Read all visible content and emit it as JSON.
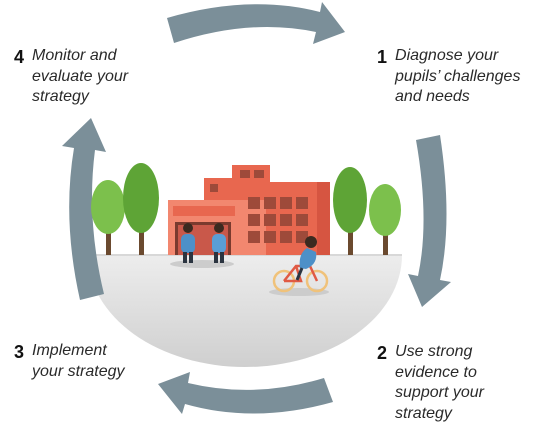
{
  "colors": {
    "arrow": "#7b8f99",
    "brick": "#e8674f",
    "brick_light": "#f2876f",
    "window": "#9e4a3a",
    "tree": "#7cc04c",
    "tree_dark": "#5ea436",
    "trunk": "#6b4a2f",
    "ground": "#e4e4e4",
    "person": "#4d90c8"
  },
  "icons": [
    "school-building-icon",
    "tree-icon",
    "people-icon",
    "cyclist-icon",
    "cycle-arrow-icon"
  ],
  "steps": [
    {
      "number": "1",
      "text": "Diagnose your\npupils’ challenges\nand needs"
    },
    {
      "number": "2",
      "text": "Use strong\nevidence to\nsupport your\nstrategy"
    },
    {
      "number": "3",
      "text": "Implement\nyour strategy"
    },
    {
      "number": "4",
      "text": "Monitor and\nevaluate your\nstrategy"
    }
  ]
}
